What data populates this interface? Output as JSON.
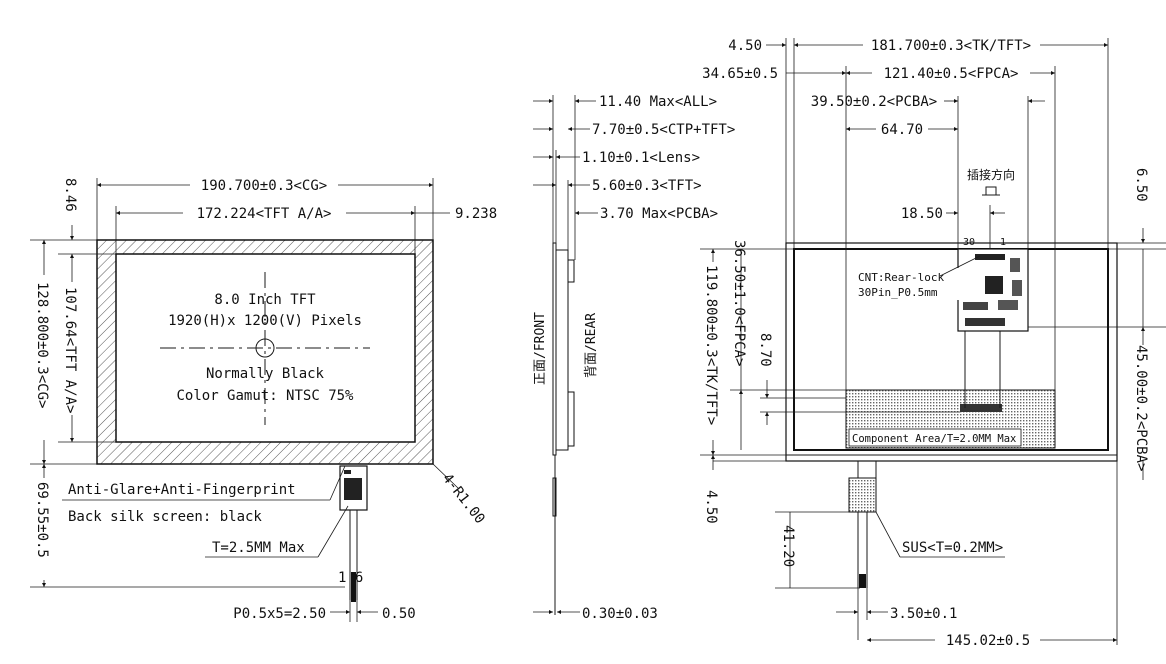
{
  "colors": {
    "ink": "#111111",
    "background": "#ffffff",
    "hatch": "#555555"
  },
  "front_view": {
    "dim_cg_width": "190.700±0.3<CG>",
    "dim_aa_width": "172.224<TFT A/A>",
    "dim_right_offset": "9.238",
    "dim_top_offset": "8.46",
    "dim_cg_height": "128.800±0.3<CG>",
    "dim_aa_height": "107.64<TFT A/A>",
    "dim_fpc_length": "69.55±0.5",
    "title_line1": "8.0 Inch TFT",
    "title_line2": "1920(H)x 1200(V) Pixels",
    "note_line1": "Normally Black",
    "note_line2": "Color Gamut: NTSC 75%",
    "callout_antiglare": "Anti-Glare+Anti-Fingerprint",
    "callout_silk": "Back silk screen: black",
    "callout_corner": "4-R1.00",
    "callout_thickness": "T=2.5MM Max",
    "pin_label": "1 6",
    "dim_pitch": "P0.5x5=2.50",
    "dim_pin_width": "0.50"
  },
  "side_view": {
    "dim_all": "11.40 Max<ALL>",
    "dim_ctp_tft": "7.70±0.5<CTP+TFT>",
    "dim_lens": "1.10±0.1<Lens>",
    "dim_tft": "5.60±0.3<TFT>",
    "dim_pcba": "3.70 Max<PCBA>",
    "label_front": "正面/FRONT",
    "label_rear": "背面/REAR",
    "dim_fpc_thickness": "0.30±0.03"
  },
  "rear_view": {
    "dim_offset_left": "4.50",
    "dim_tk_width": "181.700±0.3<TK/TFT>",
    "dim_fpca_offset": "34.65±0.5",
    "dim_fpca_width": "121.40±0.5<FPCA>",
    "dim_pcba_width": "39.50±0.2<PCBA>",
    "dim_pcba_offset": "64.70",
    "connector_direction": "插接方向",
    "dim_connector_offset": "18.50",
    "pin_30": "30",
    "pin_1": "1",
    "dim_top_small": "6.50",
    "dim_pcba_top": "36.50±1.0<FPCA>",
    "dim_tk_height": "119.800±0.3<TK/TFT>",
    "dim_connector_height": "8.70",
    "dim_pcba_height": "45.00±0.2<PCBA>",
    "cnt_line1": "CNT:Rear-lock",
    "cnt_line2": "30Pin_P0.5mm",
    "component_area": "Component Area/T=2.0MM Max",
    "dim_bottom_offset": "4.50",
    "dim_fpc_length": "41.20",
    "sus_label": "SUS<T=0.2MM>",
    "dim_fpc_width": "3.50±0.1",
    "dim_fpc_position": "145.02±0.5"
  }
}
